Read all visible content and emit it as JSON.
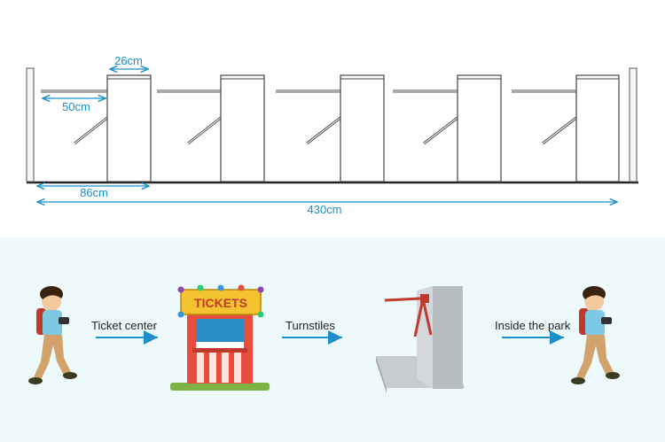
{
  "dimensions": {
    "box_width": "26cm",
    "arm_length": "50cm",
    "unit_width": "86cm",
    "total_width": "430cm"
  },
  "flow": {
    "steps": [
      "Ticket center",
      "Turnstiles",
      "Inside the park"
    ],
    "booth_sign": "TICKETS"
  },
  "colors": {
    "dimension": "#1a8fc9",
    "arrow": "#1a8fc9",
    "booth_red": "#e74c3c",
    "booth_sign": "#f4c430",
    "background_bottom": "#eef9fc"
  }
}
